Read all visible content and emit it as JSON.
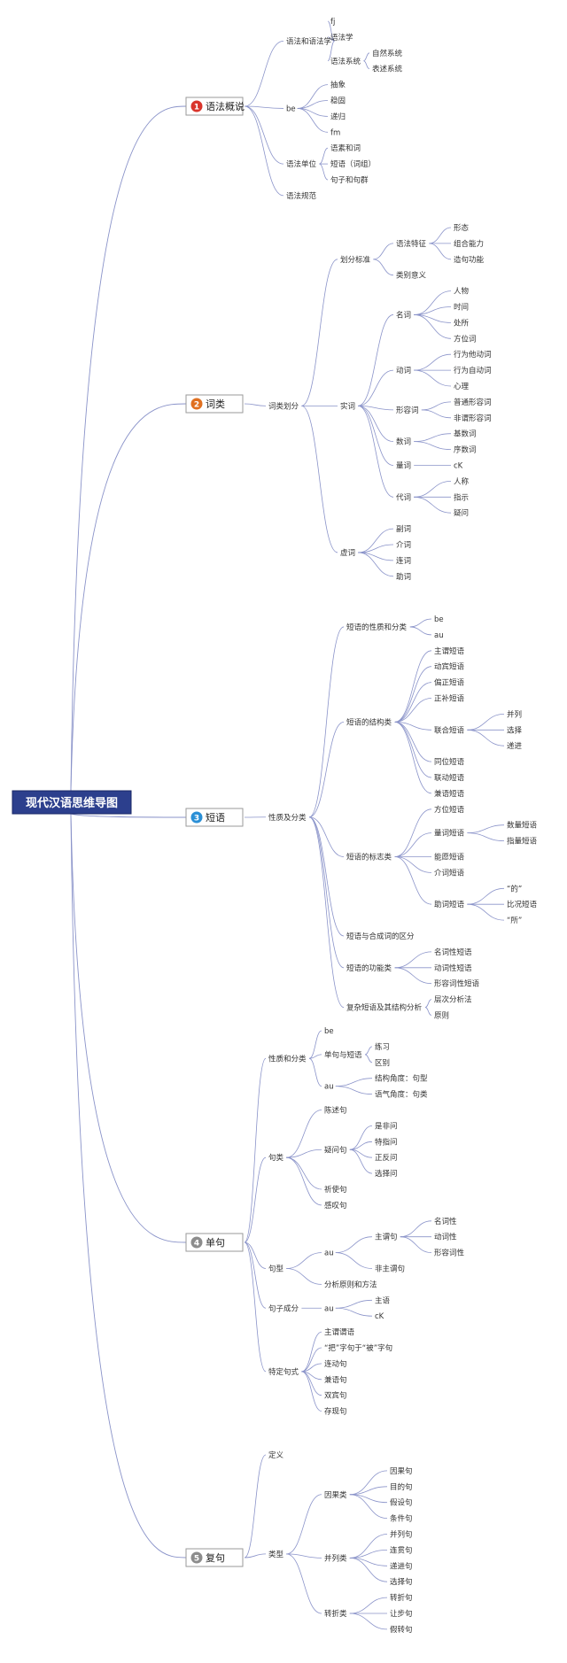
{
  "root": {
    "label": "现代汉语思维导图",
    "color": "#2c3f8d"
  },
  "colors": {
    "line": "#8a93c9",
    "branch_box": "#9a9a9a"
  },
  "branches": [
    {
      "num": "1",
      "label": "语法概说",
      "badge_color": "#d9342b",
      "children": [
        {
          "label": "语法和语法学",
          "children": [
            {
              "label": "fj"
            },
            {
              "label": "语法学"
            },
            {
              "label": "语法系统",
              "children": [
                {
                  "label": "自然系统"
                },
                {
                  "label": "表述系统"
                }
              ]
            }
          ]
        },
        {
          "label": "be",
          "children": [
            {
              "label": "抽象"
            },
            {
              "label": "稳固"
            },
            {
              "label": "递归"
            },
            {
              "label": "fm"
            }
          ]
        },
        {
          "label": "语法单位",
          "children": [
            {
              "label": "语素和词"
            },
            {
              "label": "短语（词组）"
            },
            {
              "label": "句子和句群"
            }
          ]
        },
        {
          "label": "语法规范"
        }
      ]
    },
    {
      "num": "2",
      "label": "词类",
      "badge_color": "#e07020",
      "children": [
        {
          "label": "词类划分",
          "children": [
            {
              "label": "划分标准",
              "children": [
                {
                  "label": "语法特征",
                  "children": [
                    {
                      "label": "形态"
                    },
                    {
                      "label": "组合能力"
                    },
                    {
                      "label": "造句功能"
                    }
                  ]
                },
                {
                  "label": "类别意义"
                }
              ]
            },
            {
              "label": "实词",
              "children": [
                {
                  "label": "名词",
                  "children": [
                    {
                      "label": "人物"
                    },
                    {
                      "label": "时间"
                    },
                    {
                      "label": "处所"
                    },
                    {
                      "label": "方位词"
                    }
                  ]
                },
                {
                  "label": "动词",
                  "children": [
                    {
                      "label": "行为他动词"
                    },
                    {
                      "label": "行为自动词"
                    },
                    {
                      "label": "心理"
                    }
                  ]
                },
                {
                  "label": "形容词",
                  "children": [
                    {
                      "label": "普通形容词"
                    },
                    {
                      "label": "非谓形容词"
                    }
                  ]
                },
                {
                  "label": "数词",
                  "children": [
                    {
                      "label": "基数词"
                    },
                    {
                      "label": "序数词"
                    }
                  ]
                },
                {
                  "label": "量词",
                  "children": [
                    {
                      "label": "cK"
                    }
                  ]
                },
                {
                  "label": "代词",
                  "children": [
                    {
                      "label": "人称"
                    },
                    {
                      "label": "指示"
                    },
                    {
                      "label": "疑问"
                    }
                  ]
                }
              ]
            },
            {
              "label": "虚词",
              "children": [
                {
                  "label": "副词"
                },
                {
                  "label": "介词"
                },
                {
                  "label": "连词"
                },
                {
                  "label": "助词"
                }
              ]
            }
          ]
        }
      ]
    },
    {
      "num": "3",
      "label": "短语",
      "badge_color": "#2a8fd6",
      "children": [
        {
          "label": "性质及分类",
          "children": [
            {
              "label": "短语的性质和分类",
              "children": [
                {
                  "label": "be"
                },
                {
                  "label": "au"
                }
              ]
            },
            {
              "label": "短语的结构类",
              "children": [
                {
                  "label": "主谓短语"
                },
                {
                  "label": "动宾短语"
                },
                {
                  "label": "偏正短语"
                },
                {
                  "label": "正补短语"
                },
                {
                  "label": "联合短语",
                  "children": [
                    {
                      "label": "并列"
                    },
                    {
                      "label": "选择"
                    },
                    {
                      "label": "递进"
                    }
                  ]
                },
                {
                  "label": "同位短语"
                },
                {
                  "label": "联动短语"
                },
                {
                  "label": "兼语短语"
                }
              ]
            },
            {
              "label": "短语的标志类",
              "children": [
                {
                  "label": "方位短语"
                },
                {
                  "label": "量词短语",
                  "children": [
                    {
                      "label": "数量短语"
                    },
                    {
                      "label": "指量短语"
                    }
                  ]
                },
                {
                  "label": "能愿短语"
                },
                {
                  "label": "介词短语"
                },
                {
                  "label": "助词短语",
                  "children": [
                    {
                      "label": "“的”"
                    },
                    {
                      "label": "比况短语"
                    },
                    {
                      "label": "“所”"
                    }
                  ]
                }
              ]
            },
            {
              "label": "短语与合成词的区分"
            },
            {
              "label": "短语的功能类",
              "children": [
                {
                  "label": "名词性短语"
                },
                {
                  "label": "动词性短语"
                },
                {
                  "label": "形容词性短语"
                }
              ]
            },
            {
              "label": "复杂短语及其结构分析",
              "children": [
                {
                  "label": "层次分析法"
                },
                {
                  "label": "原则"
                }
              ]
            }
          ]
        }
      ]
    },
    {
      "num": "4",
      "label": "单句",
      "badge_color": "#8c8c8c",
      "children": [
        {
          "label": "性质和分类",
          "children": [
            {
              "label": "be"
            },
            {
              "label": "单句与短语",
              "children": [
                {
                  "label": "练习"
                },
                {
                  "label": "区别"
                }
              ]
            },
            {
              "label": "au",
              "children": [
                {
                  "label": "结构角度：句型"
                },
                {
                  "label": "语气角度：句类"
                }
              ]
            }
          ]
        },
        {
          "label": "句类",
          "children": [
            {
              "label": "陈述句"
            },
            {
              "label": "疑问句",
              "children": [
                {
                  "label": "是非问"
                },
                {
                  "label": "特指问"
                },
                {
                  "label": "正反问"
                },
                {
                  "label": "选择问"
                }
              ]
            },
            {
              "label": "祈使句"
            },
            {
              "label": "感叹句"
            }
          ]
        },
        {
          "label": "句型",
          "children": [
            {
              "label": "au",
              "children": [
                {
                  "label": "主谓句",
                  "children": [
                    {
                      "label": "名词性"
                    },
                    {
                      "label": "动词性"
                    },
                    {
                      "label": "形容词性"
                    }
                  ]
                },
                {
                  "label": "非主谓句"
                }
              ]
            },
            {
              "label": "分析原则和方法"
            }
          ]
        },
        {
          "label": "句子成分",
          "children": [
            {
              "label": "au",
              "children": [
                {
                  "label": "主语"
                },
                {
                  "label": "cK"
                }
              ]
            }
          ]
        },
        {
          "label": "特定句式",
          "children": [
            {
              "label": "主谓谓语"
            },
            {
              "label": "“把”字句于“被”字句"
            },
            {
              "label": "连动句"
            },
            {
              "label": "兼语句"
            },
            {
              "label": "双宾句"
            },
            {
              "label": "存现句"
            }
          ]
        }
      ]
    },
    {
      "num": "5",
      "label": "复句",
      "badge_color": "#8c8c8c",
      "children": [
        {
          "label": "定义"
        },
        {
          "label": "类型",
          "children": [
            {
              "label": "因果类",
              "children": [
                {
                  "label": "因果句"
                },
                {
                  "label": "目的句"
                },
                {
                  "label": "假设句"
                },
                {
                  "label": "条件句"
                }
              ]
            },
            {
              "label": "并列类",
              "children": [
                {
                  "label": "并列句"
                },
                {
                  "label": "连贯句"
                },
                {
                  "label": "递进句"
                },
                {
                  "label": "选择句"
                }
              ]
            },
            {
              "label": "转折类",
              "children": [
                {
                  "label": "转折句"
                },
                {
                  "label": "让步句"
                },
                {
                  "label": "假转句"
                }
              ]
            }
          ]
        }
      ]
    }
  ]
}
